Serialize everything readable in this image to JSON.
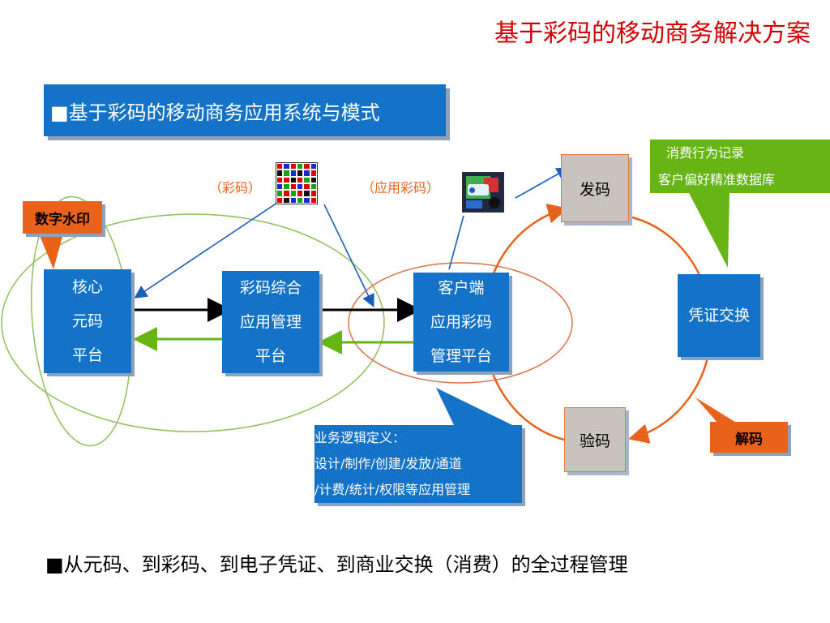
{
  "title": "基于彩码的移动商务解决方案",
  "banner": "■基于彩码的移动商务应用系统与模式",
  "labels": {
    "caima": "（彩码）",
    "app_caima": "（应用彩码）",
    "digital_watermark": "数字水印",
    "decode": "解码"
  },
  "boxes": {
    "core": [
      "核心",
      "元码",
      "平台"
    ],
    "integrated": [
      "彩码综合",
      "应用管理",
      "平台"
    ],
    "client": [
      "客户端",
      "应用彩码",
      "管理平台"
    ],
    "issue": "发码",
    "verify": "验码",
    "exchange": "凭证交换"
  },
  "green_callout": [
    "消费行为记录",
    "客户偏好精准数据库"
  ],
  "blue_callout": [
    "业务逻辑定义：",
    "设计/制作/创建/发放/通道",
    "/计费/统计/权限等应用管理"
  ],
  "footer": "■从元码、到彩码、到电子凭证、到商业交换（消费）的全过程管理",
  "colors": {
    "title": "#d00000",
    "box_blue": "#1473c6",
    "orange": "#e8621a",
    "green": "#66b515",
    "gray": "#c8c3bb"
  },
  "caima_cells": [
    "#e00000",
    "#1a2ad0",
    "#e00000",
    "#18a018",
    "#e00000",
    "#1a2ad0",
    "#111111",
    "#18a018",
    "#1a2ad0",
    "#111111",
    "#1a2ad0",
    "#e00000",
    "#e00000",
    "#e00000",
    "#111111",
    "#e00000",
    "#18a018",
    "#111111",
    "#1a2ad0",
    "#18a018",
    "#e00000",
    "#1a2ad0",
    "#e00000",
    "#18a018",
    "#18a018",
    "#e00000",
    "#18a018",
    "#e00000",
    "#111111",
    "#e00000",
    "#e00000",
    "#111111",
    "#1a2ad0",
    "#18a018",
    "#1a2ad0",
    "#e00000"
  ]
}
